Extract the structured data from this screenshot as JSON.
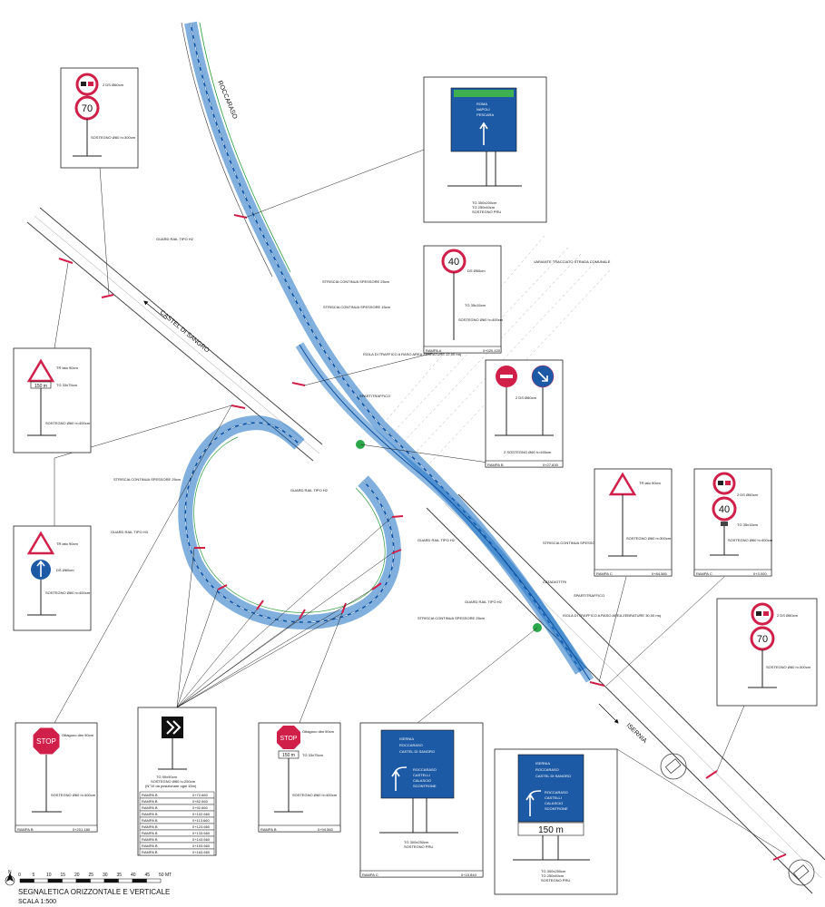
{
  "roads": {
    "rocca": "ROCCARASO",
    "castel": "CASTEL DI SANGRO",
    "isernia": "ISERNIA"
  },
  "notes": {
    "guard_h2_a": "GUARD RAIL TIPO H2",
    "guard_h2_b": "GUARD RAIL TIPO H2",
    "guard_h2_c": "GUARD RAIL TIPO H2",
    "guard_h2_d": "GUARD RAIL TIPO H2",
    "guard_h3": "GUARD RAIL TIPO H3",
    "striscia_25_a": "STRISCIA CONTINUA SPESSORE 25cm",
    "striscia_15": "STRISCIA CONTINUA SPESSORE 15cm",
    "striscia_25_b": "STRISCIA CONTINUA SPESSORE 25cm",
    "striscia_25_c": "STRISCIA CONTINUA SPESSORE 25cm",
    "striscia_25_d": "STRISCIA CONTINUA SPESSORE 25cm",
    "variante": "VARIANTE TRACCIATO STRADA COMUNALE",
    "isola1": "ISOLA DI TRAFFICO A RASO AREA ZEBRATURE 22,00 mq",
    "isola2": "ISOLA DI TRAFFICO A RASO AREA ZEBRATURE 30,00 mq",
    "spartitraffico_a": "SPARTITRAFFICO",
    "spartitraffico_b": "SPARTITRAFFICO",
    "catadiottri": "CATADIOTTRI"
  },
  "signs": {
    "s1": {
      "l1": "2 DS Ø60cm",
      "speed": "70",
      "l2": "SOSTEGNO Ø60 h=300cm"
    },
    "s2": {
      "l1": "TG 300x200cm",
      "l2": "TG 250x40cm",
      "l3": "SOSTEGNO PRU",
      "d1": "ROMA",
      "d2": "NAPOLI",
      "d3": "PESCARA"
    },
    "s3": {
      "l1": "TR lato 90cm",
      "l2": "TG 33x75cm",
      "l3": "SOSTEGNO Ø60 h=400cm",
      "plate": "150 m"
    },
    "s4": {
      "speed": "40",
      "l1": "DS Ø60cm",
      "l2": "TG 35x15cm",
      "l3": "SOSTEGNO Ø60 h=400cm",
      "ramp": "RAMPA A",
      "km": "0+020.420"
    },
    "s5": {
      "l1": "2 DS Ø60cm",
      "l2": "2 SOSTEGNO Ø60 h=400cm",
      "ramp": "RAMPA B",
      "km": "0+27.830"
    },
    "s6": {
      "l1": "TR lato 90cm",
      "l2": "SOSTEGNO Ø60 h=300cm",
      "ramp": "RAMPA C",
      "km": "0+84.580"
    },
    "s7": {
      "speed": "40",
      "l1": "2 DS Ø60cm",
      "l2": "TG 35x15cm",
      "l3": "SOSTEGNO Ø60 h=400cm",
      "ramp": "RAMPA C",
      "km": "0+3.000"
    },
    "s8": {
      "l1": "TR lato 90cm",
      "l2": "DS Ø60cm",
      "l3": "SOSTEGNO Ø60 h=400cm"
    },
    "s9": {
      "speed": "70",
      "l1": "2 DS Ø60cm",
      "l2": "SOSTEGNO Ø60 h=300cm"
    },
    "s10": {
      "stop": "STOP",
      "l1": "Ottagono dim 90cm",
      "l2": "SOSTEGNO Ø60 h=400cm",
      "ramp": "RAMPA B",
      "km": "0+201.180"
    },
    "s11": {
      "l1": "TG 90x90cm",
      "l2": "SOSTEGNO Ø60 h=250cm",
      "l3": "(N°10 da posizionare ogni 15m)",
      "table": [
        {
          "r": "RAMPA B",
          "k": "0+72.660"
        },
        {
          "r": "RAMPA B",
          "k": "0+82.660"
        },
        {
          "r": "RAMPA B",
          "k": "0+92.660"
        },
        {
          "r": "RAMPA B",
          "k": "0+102.660"
        },
        {
          "r": "RAMPA B",
          "k": "0+113.660"
        },
        {
          "r": "RAMPA B",
          "k": "0+123.660"
        },
        {
          "r": "RAMPA B",
          "k": "0+133.660"
        },
        {
          "r": "RAMPA B",
          "k": "0+143.660"
        },
        {
          "r": "RAMPA B",
          "k": "0+153.660"
        },
        {
          "r": "RAMPA B",
          "k": "0+163.660"
        }
      ]
    },
    "s12": {
      "stop": "STOP",
      "plate": "150 m",
      "l1": "Ottagono dim 90cm",
      "l2": "TG 33x75cm",
      "l3": "SOSTEGNO Ø60 h=400cm",
      "ramp": "RAMPA B",
      "km": "0+94.560"
    },
    "s13": {
      "l1": "TG 300x250cm",
      "l2": "SOSTEGNO PRU",
      "ramp": "RAMPA C",
      "km": "0+15.840",
      "d1": "ISERNIA",
      "d2": "ROCCARASO",
      "d3": "CASTEL DI SANGRO",
      "d4": "ROCCARASO",
      "d5": "CASTELLI",
      "d6": "CALASCIO",
      "d7": "SCONTRONE"
    },
    "s14": {
      "l1": "TG 300x250cm",
      "l2": "TG 250x40cm",
      "l3": "SOSTEGNO PRU",
      "plate": "150 m",
      "d1": "ISERNIA",
      "d2": "ROCCARASO",
      "d3": "CASTEL DI SANGRO",
      "d4": "ROCCARASO",
      "d5": "CASTELLI",
      "d6": "CALASCIO",
      "d7": "SCONTRONE"
    }
  },
  "scale": {
    "ticks": [
      "0",
      "5",
      "10",
      "15",
      "20",
      "25",
      "30",
      "35",
      "40",
      "45",
      "50 MT"
    ],
    "north": "N",
    "title": "SEGNALETICA ORIZZONTALE E VERTICALE",
    "scale": "SCALA 1:500"
  }
}
